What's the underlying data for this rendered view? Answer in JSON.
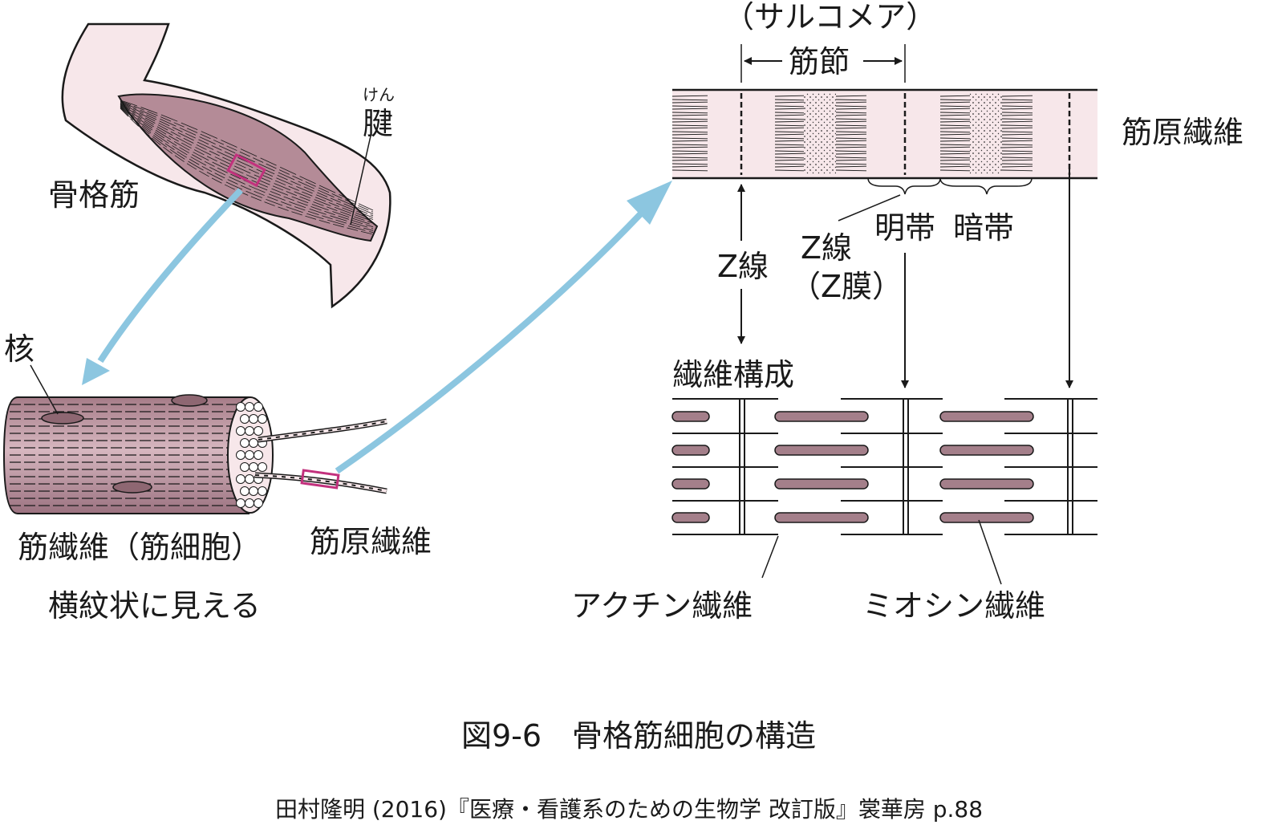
{
  "labels": {
    "skeletal_muscle": "骨格筋",
    "tendon_ruby": "けん",
    "tendon": "腱",
    "nucleus": "核",
    "muscle_fiber": "筋繊維（筋細胞）",
    "myofibril_left": "筋原繊維",
    "striated": "横紋状に見える",
    "sarcomere": "（サルコメア）",
    "sarcomere_jp": "筋節",
    "myofibril_right": "筋原繊維",
    "z_line": "Z線",
    "z_line2": "Z線",
    "z_membrane": "（Z膜）",
    "light_band": "明帯",
    "dark_band": "暗帯",
    "fiber_structure": "繊維構成",
    "actin": "アクチン繊維",
    "myosin": "ミオシン繊維"
  },
  "caption": "図9-6　骨格筋細胞の構造",
  "credit": "田村隆明 (2016)『医療・看護系のための生物学 改訂版』裳華房  p.88",
  "colors": {
    "skin": "#f7e7ea",
    "muscle": "#b48b97",
    "arrow": "#8cc6e0",
    "highlight": "#c2317d",
    "filament": "#a47f8a",
    "ink": "#1a1a1a"
  }
}
